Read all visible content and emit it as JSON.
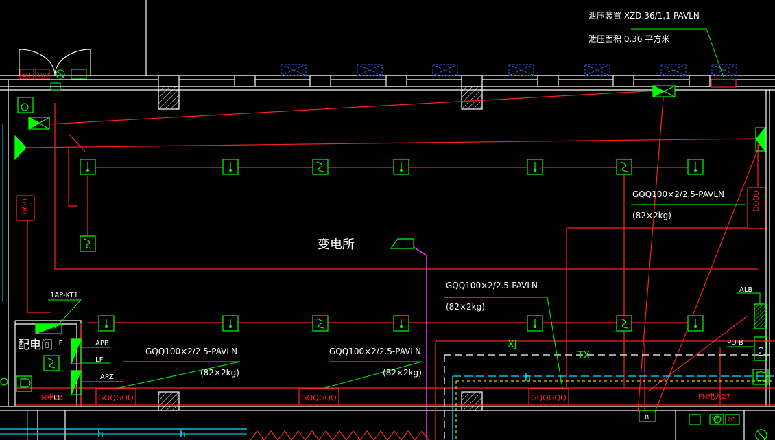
{
  "labels": {
    "relief_device": "泄压装置  XZD.36/1.1-PAVLN",
    "relief_area": "泄压面积  0.36  平方米",
    "room_substation": "变电所",
    "room_distribution": "配电间",
    "pipe_top_right": "GQQ100×2/2.5-PAVLN",
    "pipe_top_right_mass": "(82×2kg)",
    "pipe_center": "GQQ100×2/2.5-PAVLN",
    "pipe_center_mass": "(82×2kg)",
    "pipe_bottom_left": "GQQ100×2/2.5-PAVLN",
    "pipe_bottom_left_mass": "(82×2kg)",
    "pipe_bottom_mid": "GQQ100×2/2.5-PAVLN",
    "pipe_bottom_mid_mass": "(82×2kg)",
    "panel_1ap_kt1": "1AP-KT1",
    "tag_lf_1": "LF",
    "tag_lf_2": "LF",
    "tag_lf_3": "LF",
    "tag_apb": "APB",
    "tag_apz": "APZ",
    "tag_alb": "ALB",
    "tag_pd_b": "PD-B",
    "tag_pd": "PD",
    "tag_b": "B",
    "tag_xj": "XJ",
    "tag_tx": "TX",
    "tag_h1": "h",
    "tag_h2": "h",
    "tag_h3": "h",
    "tag_fm_left": "FM电22",
    "tag_fm_right": "FM电入27",
    "cyl_left": "GQQ",
    "cyl_right": "GQQQ",
    "cyl_row_1": "GQQGQQ",
    "cyl_row_2": "GQQGQQ",
    "cyl_row_3": "GQQGQQ",
    "door_tag_1": "5/2",
    "door_tag_2": "10/7",
    "door_tag_3": "1/0",
    "door_tag_4": "7/5"
  },
  "colors": {
    "wall": "#ffffff",
    "pipe": "#ff2020",
    "device": "#00ff00",
    "cyan": "#00e5ff",
    "magenta": "#ff33ff",
    "yellow": "#ffff00",
    "window": "#3a5cff"
  }
}
